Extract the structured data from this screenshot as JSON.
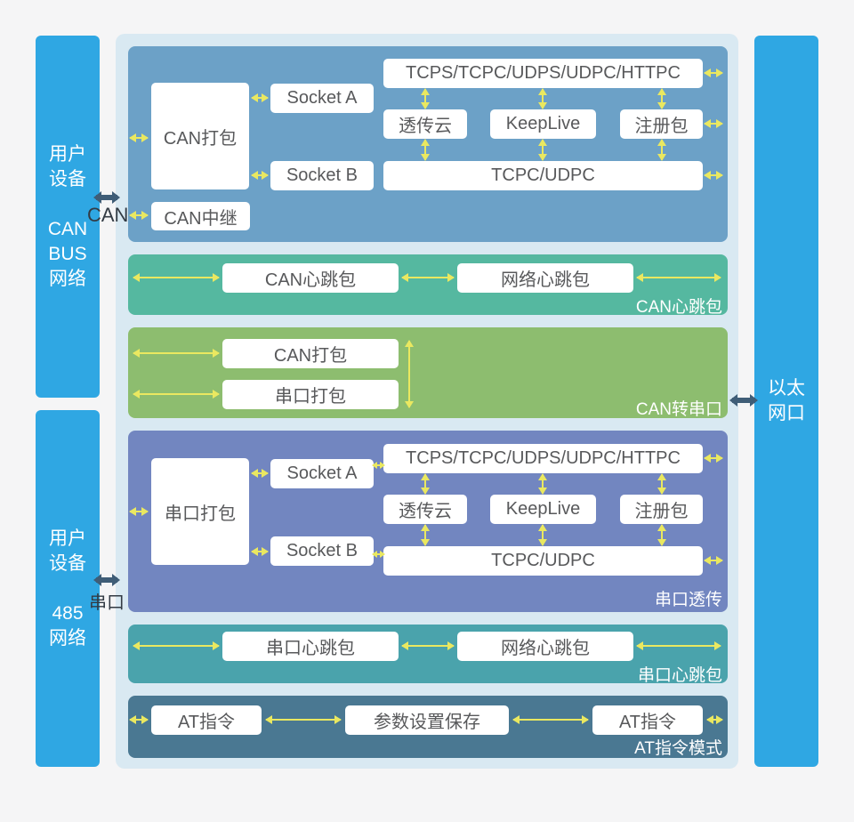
{
  "panels": {
    "left_top_text": "用户\n设备\n\nCAN\nBUS\n网络",
    "left_bottom_text": "用户\n设备\n\n485\n网络",
    "right_text": "以太\n网口"
  },
  "connectors": {
    "can": "CAN",
    "serial": "串口"
  },
  "sections": {
    "s1": {
      "can_pack": "CAN打包",
      "socket_a": "Socket A",
      "socket_b": "Socket B",
      "can_relay": "CAN中继",
      "protocols": "TCPS/TCPC/UDPS/UDPC/HTTPC",
      "cloud": "透传云",
      "keeplive": "KeepLive",
      "register": "注册包",
      "tcpc_udpc": "TCPC/UDPC"
    },
    "s2": {
      "box1": "CAN心跳包",
      "box2": "网络心跳包",
      "label": "CAN心跳包"
    },
    "s3": {
      "box1": "CAN打包",
      "box2": "串口打包",
      "label": "CAN转串口"
    },
    "s4": {
      "serial_pack": "串口打包",
      "socket_a": "Socket A",
      "socket_b": "Socket B",
      "protocols": "TCPS/TCPC/UDPS/UDPC/HTTPC",
      "cloud": "透传云",
      "keeplive": "KeepLive",
      "register": "注册包",
      "tcpc_udpc": "TCPC/UDPC",
      "label": "串口透传"
    },
    "s5": {
      "box1": "串口心跳包",
      "box2": "网络心跳包",
      "label": "串口心跳包"
    },
    "s6": {
      "box1": "AT指令",
      "box2": "参数设置保存",
      "box3": "AT指令",
      "label": "AT指令模式"
    }
  },
  "colors": {
    "panel_blue": "#2fa7e3",
    "container_bg": "#d9e9f2",
    "section_can_transparent": "#6ca1c7",
    "section_can_heartbeat": "#55b8a0",
    "section_can_to_serial": "#8dbd6f",
    "section_serial_transparent": "#7286c0",
    "section_serial_heartbeat": "#4aa3ac",
    "section_at_mode": "#4a7892",
    "arrow_yellow": "#eae860",
    "arrow_dark": "#3f5d77"
  }
}
